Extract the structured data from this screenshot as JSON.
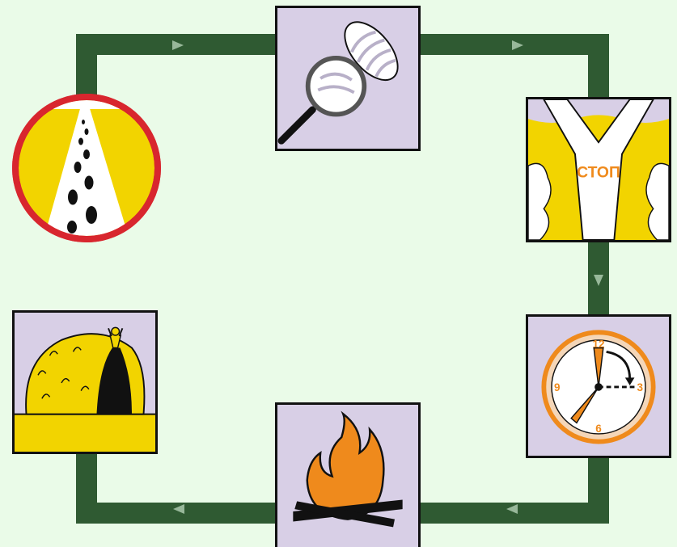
{
  "diagram": {
    "stop_sign_text": "СТОП",
    "clock_numerals": [
      "12",
      "3",
      "6",
      "9"
    ],
    "colors": {
      "background": "#eafbe8",
      "track": "#2f5a32",
      "track_arrow": "#98b89a",
      "tile_bg": "#d8cfe6",
      "yellow": "#f2d400",
      "orange": "#ef8a1c",
      "red_ring": "#d8262e"
    },
    "steps": [
      {
        "icon": "footprints-road-icon"
      },
      {
        "icon": "magnifier-footprint-icon"
      },
      {
        "icon": "stop-fork-icon"
      },
      {
        "icon": "clock-icon"
      },
      {
        "icon": "campfire-icon"
      },
      {
        "icon": "hay-shelter-icon"
      }
    ]
  }
}
